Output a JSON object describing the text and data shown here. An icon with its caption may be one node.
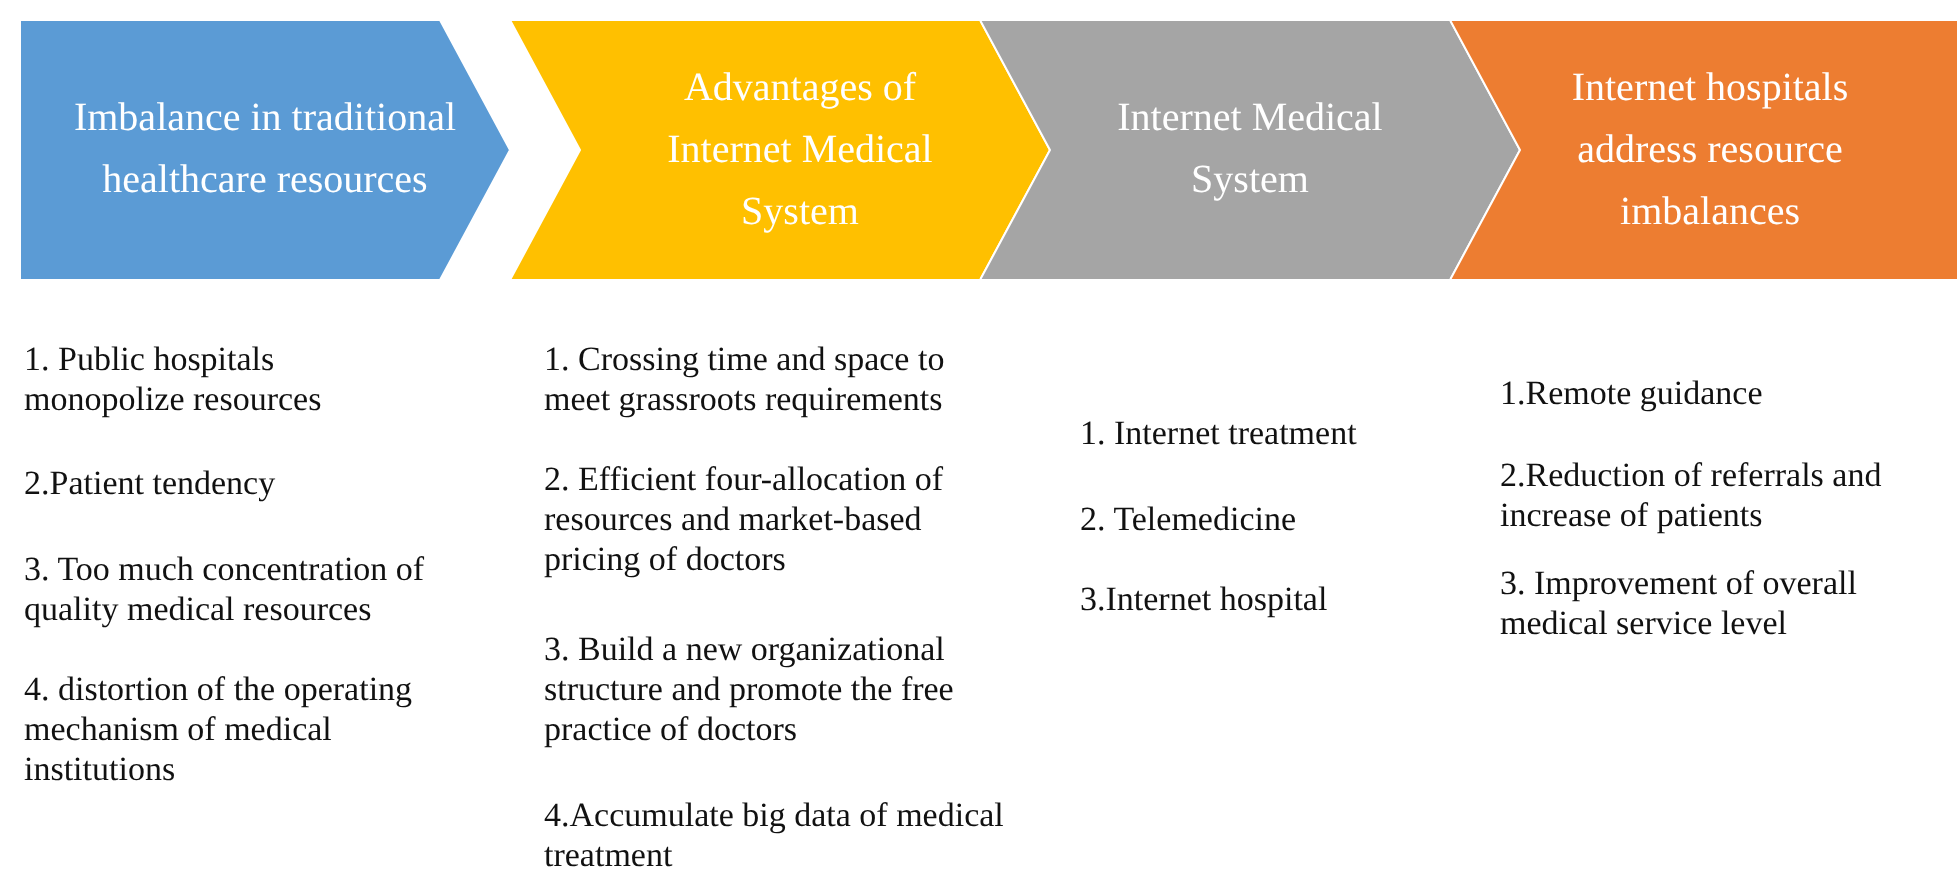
{
  "diagram": {
    "nodes": [
      {
        "text": [
          "Imbalance in traditional healthcare resources"
        ]
      },
      {
        "text": [
          "Advantages of Internet Medical System"
        ]
      },
      {
        "text": [
          "Internet Medical System"
        ]
      },
      {
        "text": [
          "Internet hospitals address resource imbalances"
        ]
      }
    ],
    "labels": [
      "1. Public hospitals monopolize resources",
      "2.Patient tendency",
      "3. Too much concentration of quality medical resources",
      "4. distortion of the operating mechanism of medical institutions",
      "1. Crossing time and space to meet grassroots requirements",
      "2. Efficient four-allocation of resources and market-based pricing of doctors",
      "3. Build a new organizational structure and promote the free practice of doctors",
      "4.Accumulate big data of medical treatment",
      "1. Internet treatment",
      "2. Telemedicine",
      "3.Internet hospital",
      "1.Remote guidance",
      "2.Reduction of referrals and increase of patients",
      "3. Improvement of overall medical service level"
    ]
  }
}
